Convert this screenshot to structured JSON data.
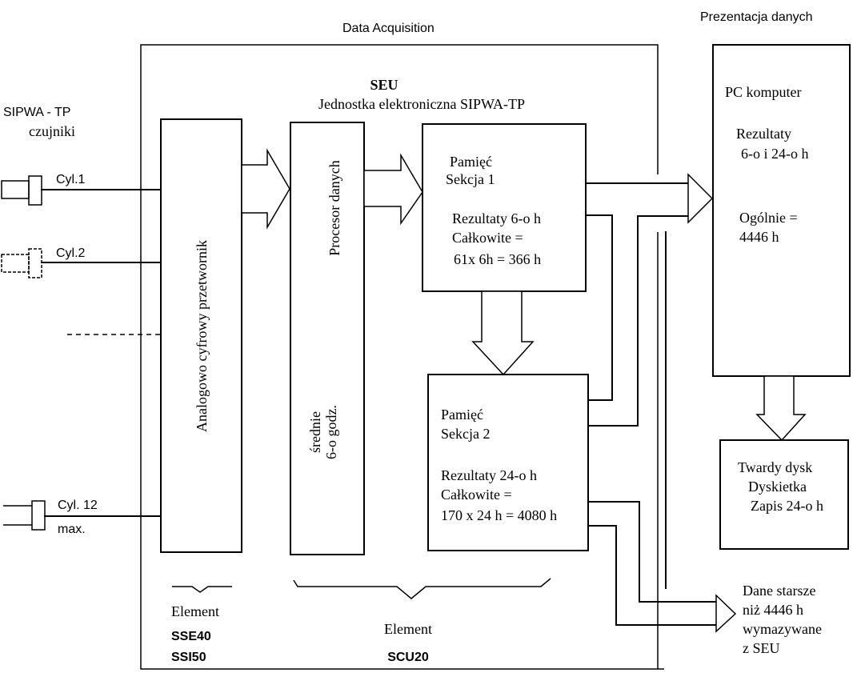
{
  "titles": {
    "data_acquisition": "Data Acquisition",
    "data_presentation": "Prezentacja danych"
  },
  "sensors": {
    "title_line1": "SIPWA - TP",
    "title_line2": "czujniki",
    "cyl1": "Cyl.1",
    "cyl2": "Cyl.2",
    "cyl12": "Cyl. 12",
    "max": "max."
  },
  "seu": {
    "title": "SEU",
    "subtitle": "Jednostka elektroniczna  SIPWA-TP"
  },
  "blocks": {
    "adc": "Analogowo cyfrowy przetwornik",
    "processor": "Procesor danych",
    "processor_note_line1": "średnie",
    "processor_note_line2": "6-o godz.",
    "memory1": {
      "line1": "Pamięć",
      "line2": "Sekcja 1",
      "line3": "Rezultaty 6-o h",
      "line4": "Całkowite =",
      "line5": "61x 6h = 366 h"
    },
    "memory2": {
      "line1": "Pamięć",
      "line2": "Sekcja 2",
      "line3": "Rezultaty 24-o h",
      "line4": "Całkowite =",
      "line5": "170 x 24 h = 4080 h"
    },
    "pc": {
      "line1": "PC komputer",
      "line2": "Rezultaty",
      "line3": "6-o i 24-o h",
      "line4": "Ogólnie =",
      "line5": "4446 h"
    },
    "storage": {
      "line1": "Twardy dysk",
      "line2": "Dyskietka",
      "line3": "Zapis 24-o h"
    }
  },
  "output_note": {
    "line1": "Dane starsze",
    "line2": "niż 4446 h",
    "line3": "wymazywane",
    "line4": "z SEU"
  },
  "elements": {
    "left_label": "Element",
    "left_code1": "SSE40",
    "left_code2": "SSI50",
    "center_label": "Element",
    "center_code": "SCU20"
  }
}
